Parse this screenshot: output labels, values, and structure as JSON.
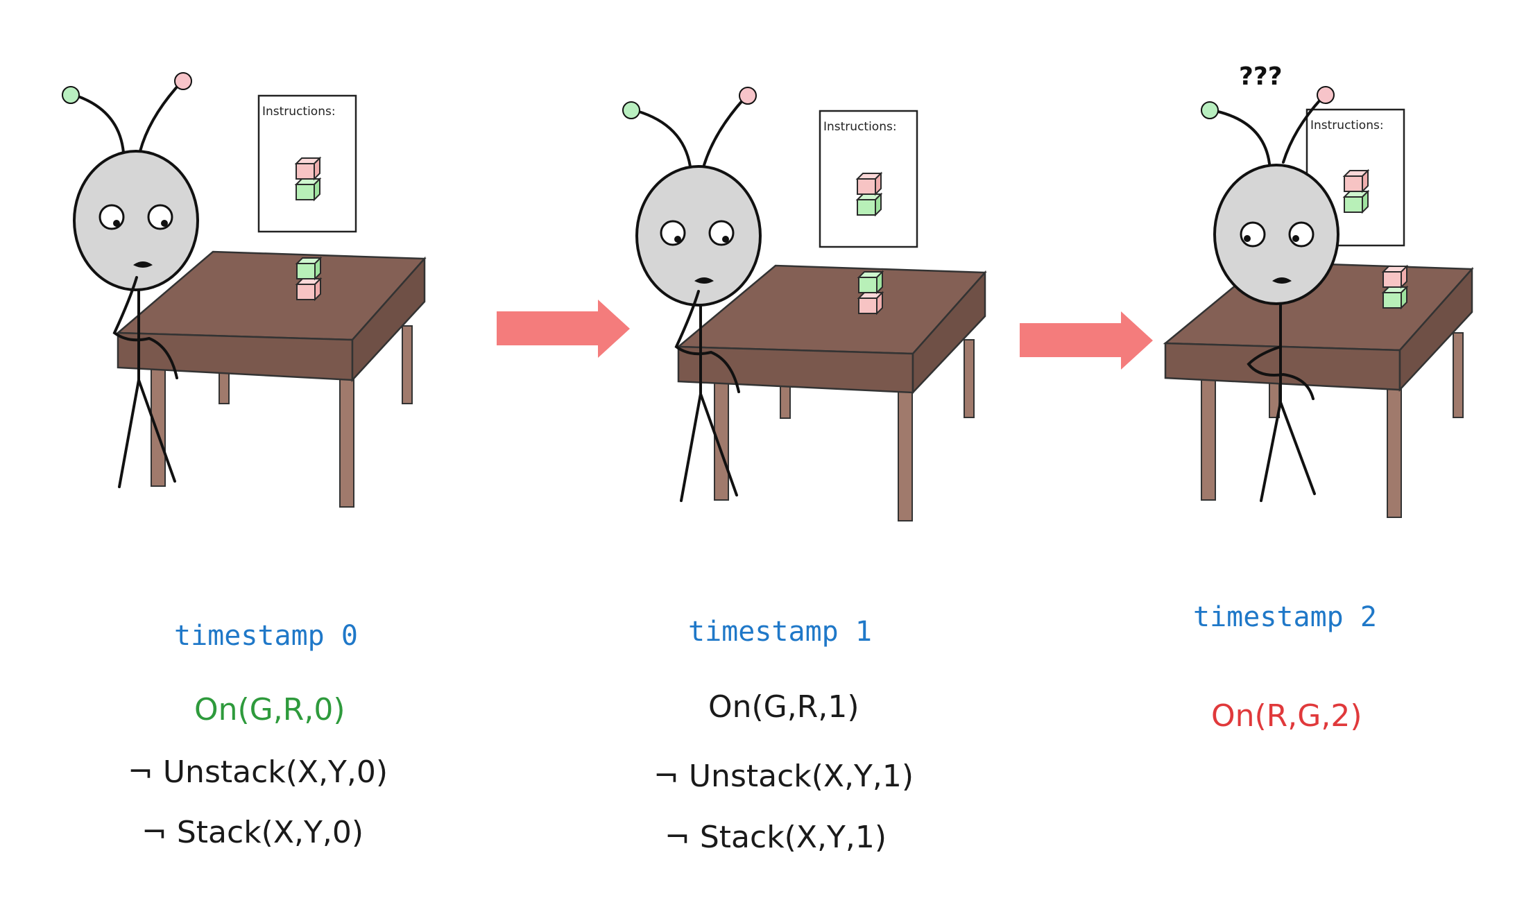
{
  "panels": [
    {
      "timestamp": "timestamp 0",
      "instructions_label": "Instructions:",
      "facts": [
        "On(G,R,0)",
        "¬ Unstack(X,Y,0)",
        "¬ Stack(X,Y,0)"
      ],
      "fact_status": [
        "true",
        "neutral",
        "neutral"
      ]
    },
    {
      "timestamp": "timestamp 1",
      "instructions_label": "Instructions:",
      "facts": [
        "On(G,R,1)",
        "¬ Unstack(X,Y,1)",
        "¬ Stack(X,Y,1)"
      ],
      "fact_status": [
        "neutral",
        "neutral",
        "neutral"
      ]
    },
    {
      "timestamp": "timestamp 2",
      "instructions_label": "Instructions:",
      "thought": "???",
      "facts": [
        "On(R,G,2)"
      ],
      "fact_status": [
        "false"
      ]
    }
  ],
  "colors": {
    "arrow": "#f47c7c",
    "table_top": "#846055",
    "table_leg": "#a07a6c",
    "block_green": "#b8f0b8",
    "block_red": "#f7c4c4",
    "head": "#d6d6d6",
    "antenna_green": "#b9efc0",
    "antenna_red": "#f7c4c9",
    "timestamp_text": "#1f78c8",
    "fact_true": "#2e9a3c",
    "fact_false": "#e0393b"
  },
  "icons": [
    "right-arrow-icon",
    "block-stack-icon"
  ]
}
